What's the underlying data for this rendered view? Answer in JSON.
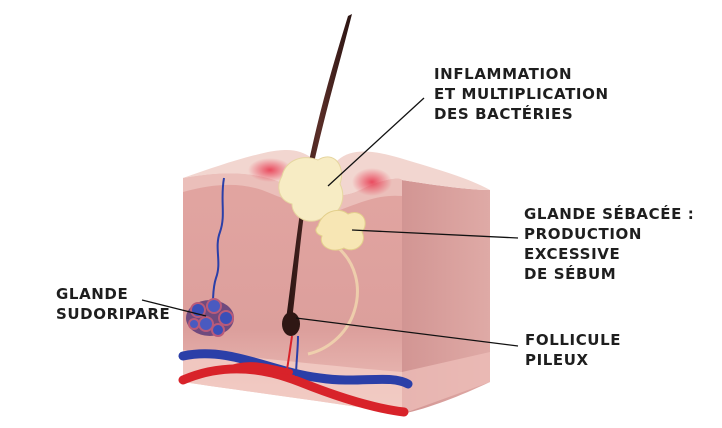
{
  "labels": {
    "inflammation": [
      "INFLAMMATION",
      "ET MULTIPLICATION",
      "DES BACTÉRIES"
    ],
    "sebaceous_gland": [
      "GLANDE SÉBACÉE :",
      "PRODUCTION",
      "EXCESSIVE",
      "DE SÉBUM"
    ],
    "sweat_gland": [
      "GLANDE",
      "SUDORIPARE"
    ],
    "hair_follicle": [
      "FOLLICULE",
      "PILEUX"
    ]
  },
  "colors": {
    "skin_surface": "#f0d3cd",
    "skin_front": "#e4aaa6",
    "skin_side": "#d79a98",
    "inflammation": "#e8324a",
    "sebum": "#f7ecc4",
    "hair": "#3a1f1c",
    "artery": "#d8232a",
    "vein": "#2b3fa8",
    "leader_line": "#111111"
  }
}
